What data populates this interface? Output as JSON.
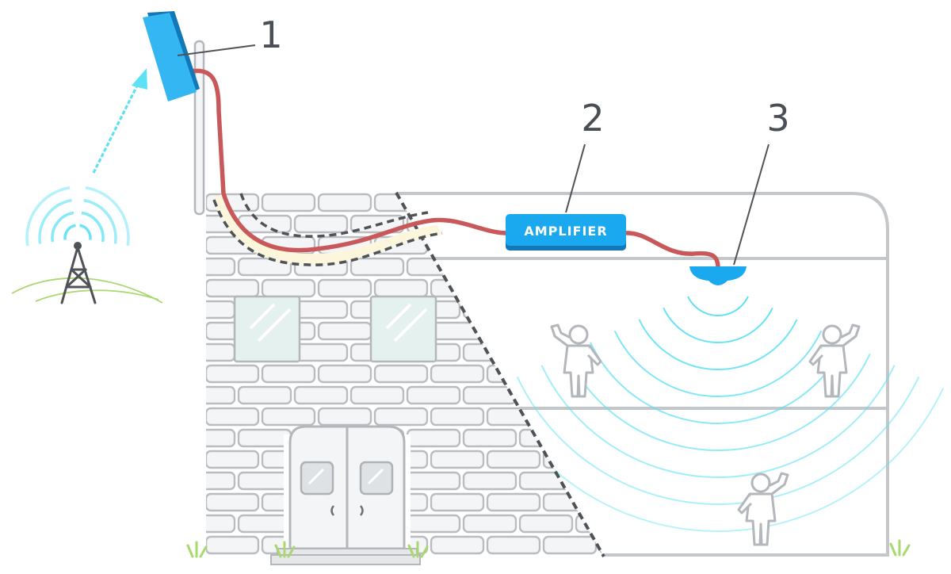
{
  "callouts": [
    {
      "number": "1",
      "target": "outdoor-antenna"
    },
    {
      "number": "2",
      "target": "amplifier"
    },
    {
      "number": "3",
      "target": "indoor-antenna"
    }
  ],
  "amplifier": {
    "label": "AMPLIFIER"
  },
  "colors": {
    "signal": "#5ce1f5",
    "cable": "#c9585b",
    "device": "#1aa8ef",
    "device_dark": "#1378b8",
    "outline": "#c4c7ca",
    "grass": "#a9d86e"
  },
  "icons": [
    "cell-tower-icon",
    "signal-wave-icon",
    "person-icon",
    "window-icon",
    "door-icon",
    "grass-icon"
  ]
}
